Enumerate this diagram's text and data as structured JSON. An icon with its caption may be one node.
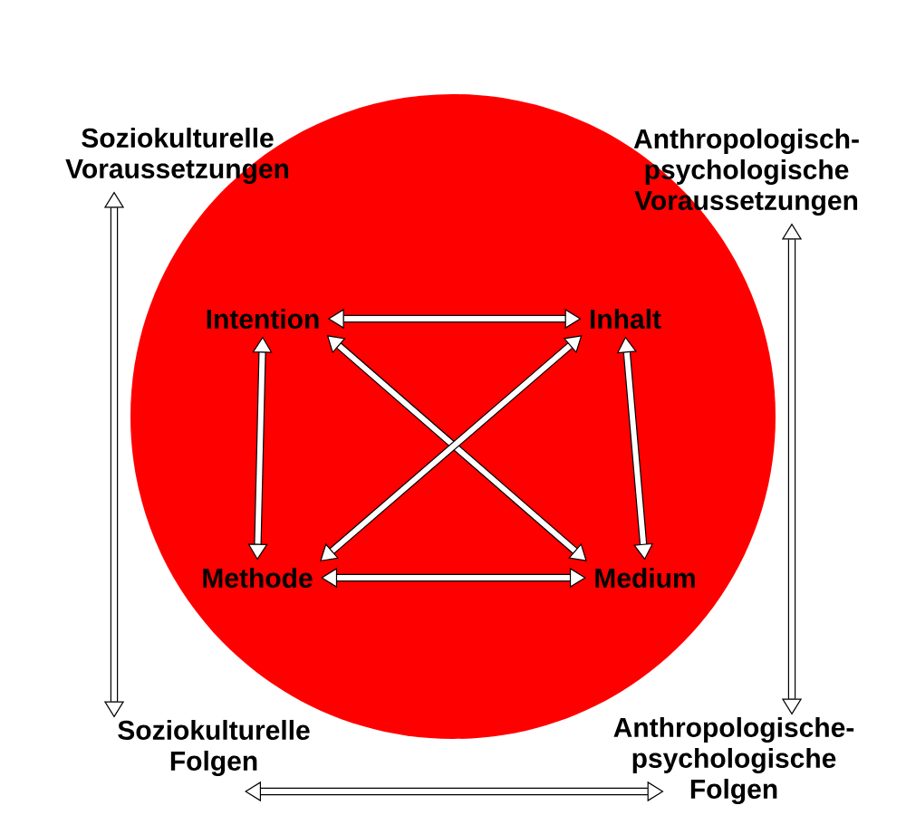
{
  "diagram": {
    "nodes": [
      {
        "text": [],
        "shape": "circle"
      },
      {
        "text": [
          "Intention"
        ],
        "in": 0
      },
      {
        "text": [
          "Inhalt"
        ],
        "in": 0
      },
      {
        "text": [
          "Methode"
        ],
        "in": 0
      },
      {
        "text": [
          "Medium"
        ],
        "in": 0
      },
      {
        "text": [
          "Soziokulturelle Voraussetzungen"
        ]
      },
      {
        "text": [
          "Anthropologisch-psychologische Voraussetzungen"
        ]
      },
      {
        "text": [
          "Soziokulturelle Folgen"
        ]
      },
      {
        "text": [
          "Anthropologische-psychologische Folgen"
        ]
      }
    ],
    "edges": [
      {
        "from": 1,
        "to": 2,
        "arrow": "both"
      },
      {
        "from": 1,
        "to": 3,
        "arrow": "both"
      },
      {
        "from": 2,
        "to": 4,
        "arrow": "both"
      },
      {
        "from": 3,
        "to": 4,
        "arrow": "both"
      },
      {
        "from": 1,
        "to": 4,
        "arrow": "both"
      },
      {
        "from": 2,
        "to": 3,
        "arrow": "both"
      },
      {
        "from": 5,
        "to": 7,
        "arrow": "both"
      },
      {
        "from": 6,
        "to": 8,
        "arrow": "both"
      },
      {
        "from": 7,
        "to": 8,
        "arrow": "both"
      }
    ]
  }
}
